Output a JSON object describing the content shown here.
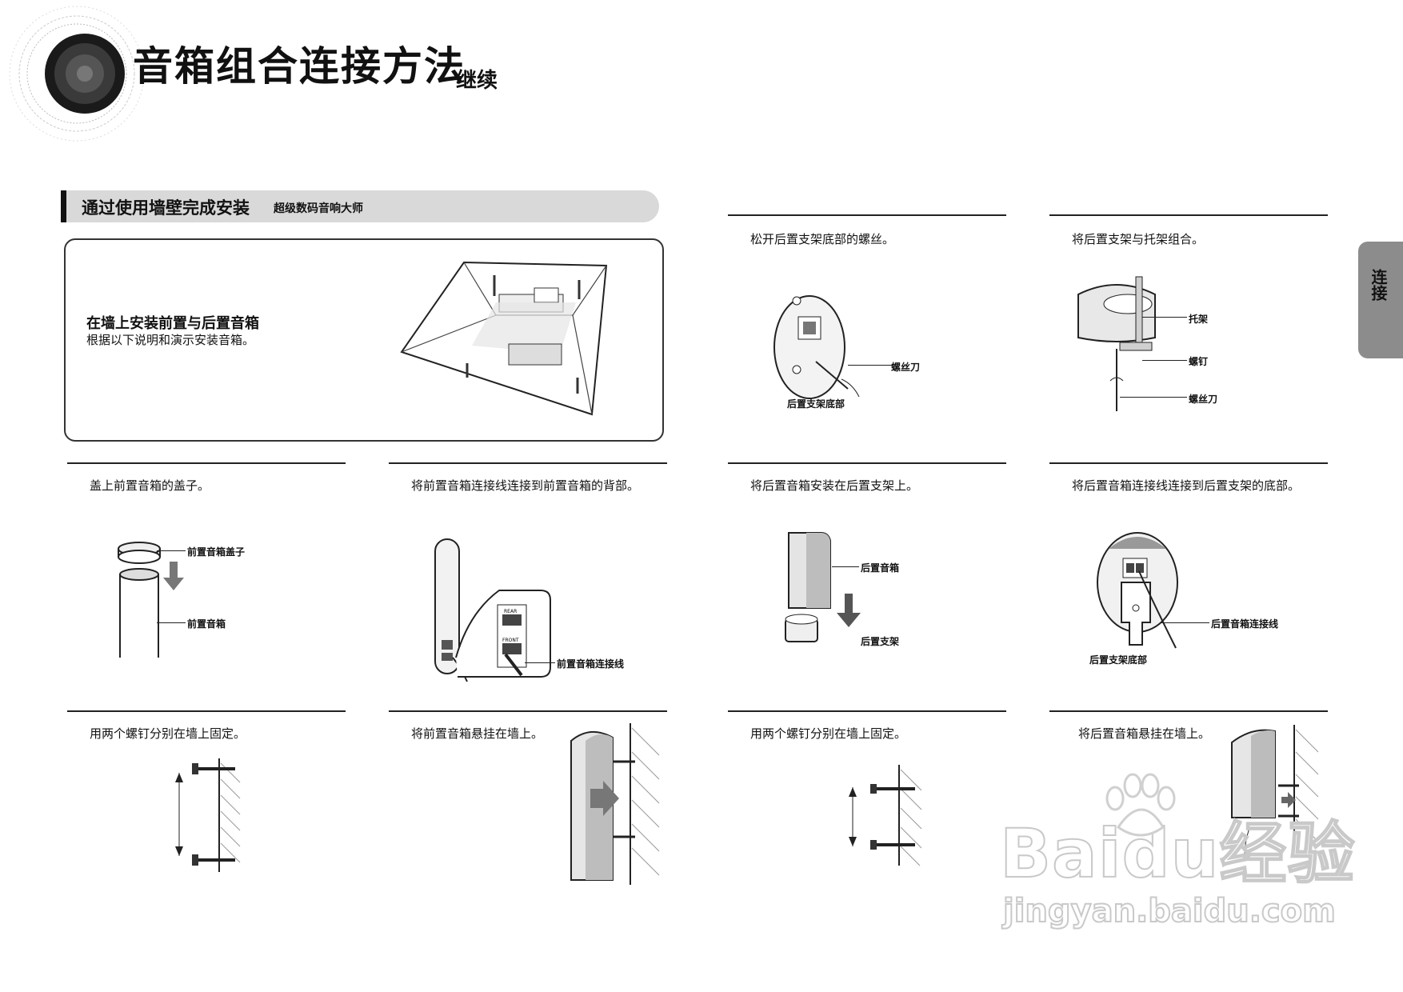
{
  "header": {
    "title": "音箱组合连接方法",
    "subtitle": "继续"
  },
  "side_tab": {
    "label": "连接"
  },
  "section": {
    "title": "通过使用墙壁完成安装",
    "subtitle": "超级数码音响大师"
  },
  "intro": {
    "title": "在墙上安装前置与后置音箱",
    "description": "根据以下说明和演示安装音箱。"
  },
  "steps": {
    "loosen_screw": "松开后置支架底部的螺丝。",
    "combine_bracket": "将后置支架与托架组合。",
    "front_cover": "盖上前置音箱的盖子。",
    "front_cable": "将前置音箱连接线连接到前置音箱的背部。",
    "rear_mount": "将后置音箱安装在后置支架上。",
    "rear_cable": "将后置音箱连接线连接到后置支架的底部。",
    "front_screws": "用两个螺钉分别在墙上固定。",
    "front_hang": "将前置音箱悬挂在墙上。",
    "rear_screws": "用两个螺钉分别在墙上固定。",
    "rear_hang": "将后置音箱悬挂在墙上。"
  },
  "labels": {
    "screwdriver": "螺丝刀",
    "rear_stand_bottom": "后置支架底部",
    "bracket": "托架",
    "screw": "螺钉",
    "screwdriver2": "螺丝刀",
    "front_cover": "前置音箱盖子",
    "front_speaker": "前置音箱",
    "rear_jack": "REAR",
    "front_jack": "FRONT",
    "front_cable": "前置音箱连接线",
    "rear_speaker": "后置音箱",
    "rear_stand": "后置支架",
    "rear_cable": "后置音箱连接线",
    "rear_stand_bottom2": "后置支架底部"
  },
  "watermark": {
    "brand": "Bai",
    "brand2": "du",
    "brand3": "经验",
    "url": "jingyan.baidu.com"
  }
}
